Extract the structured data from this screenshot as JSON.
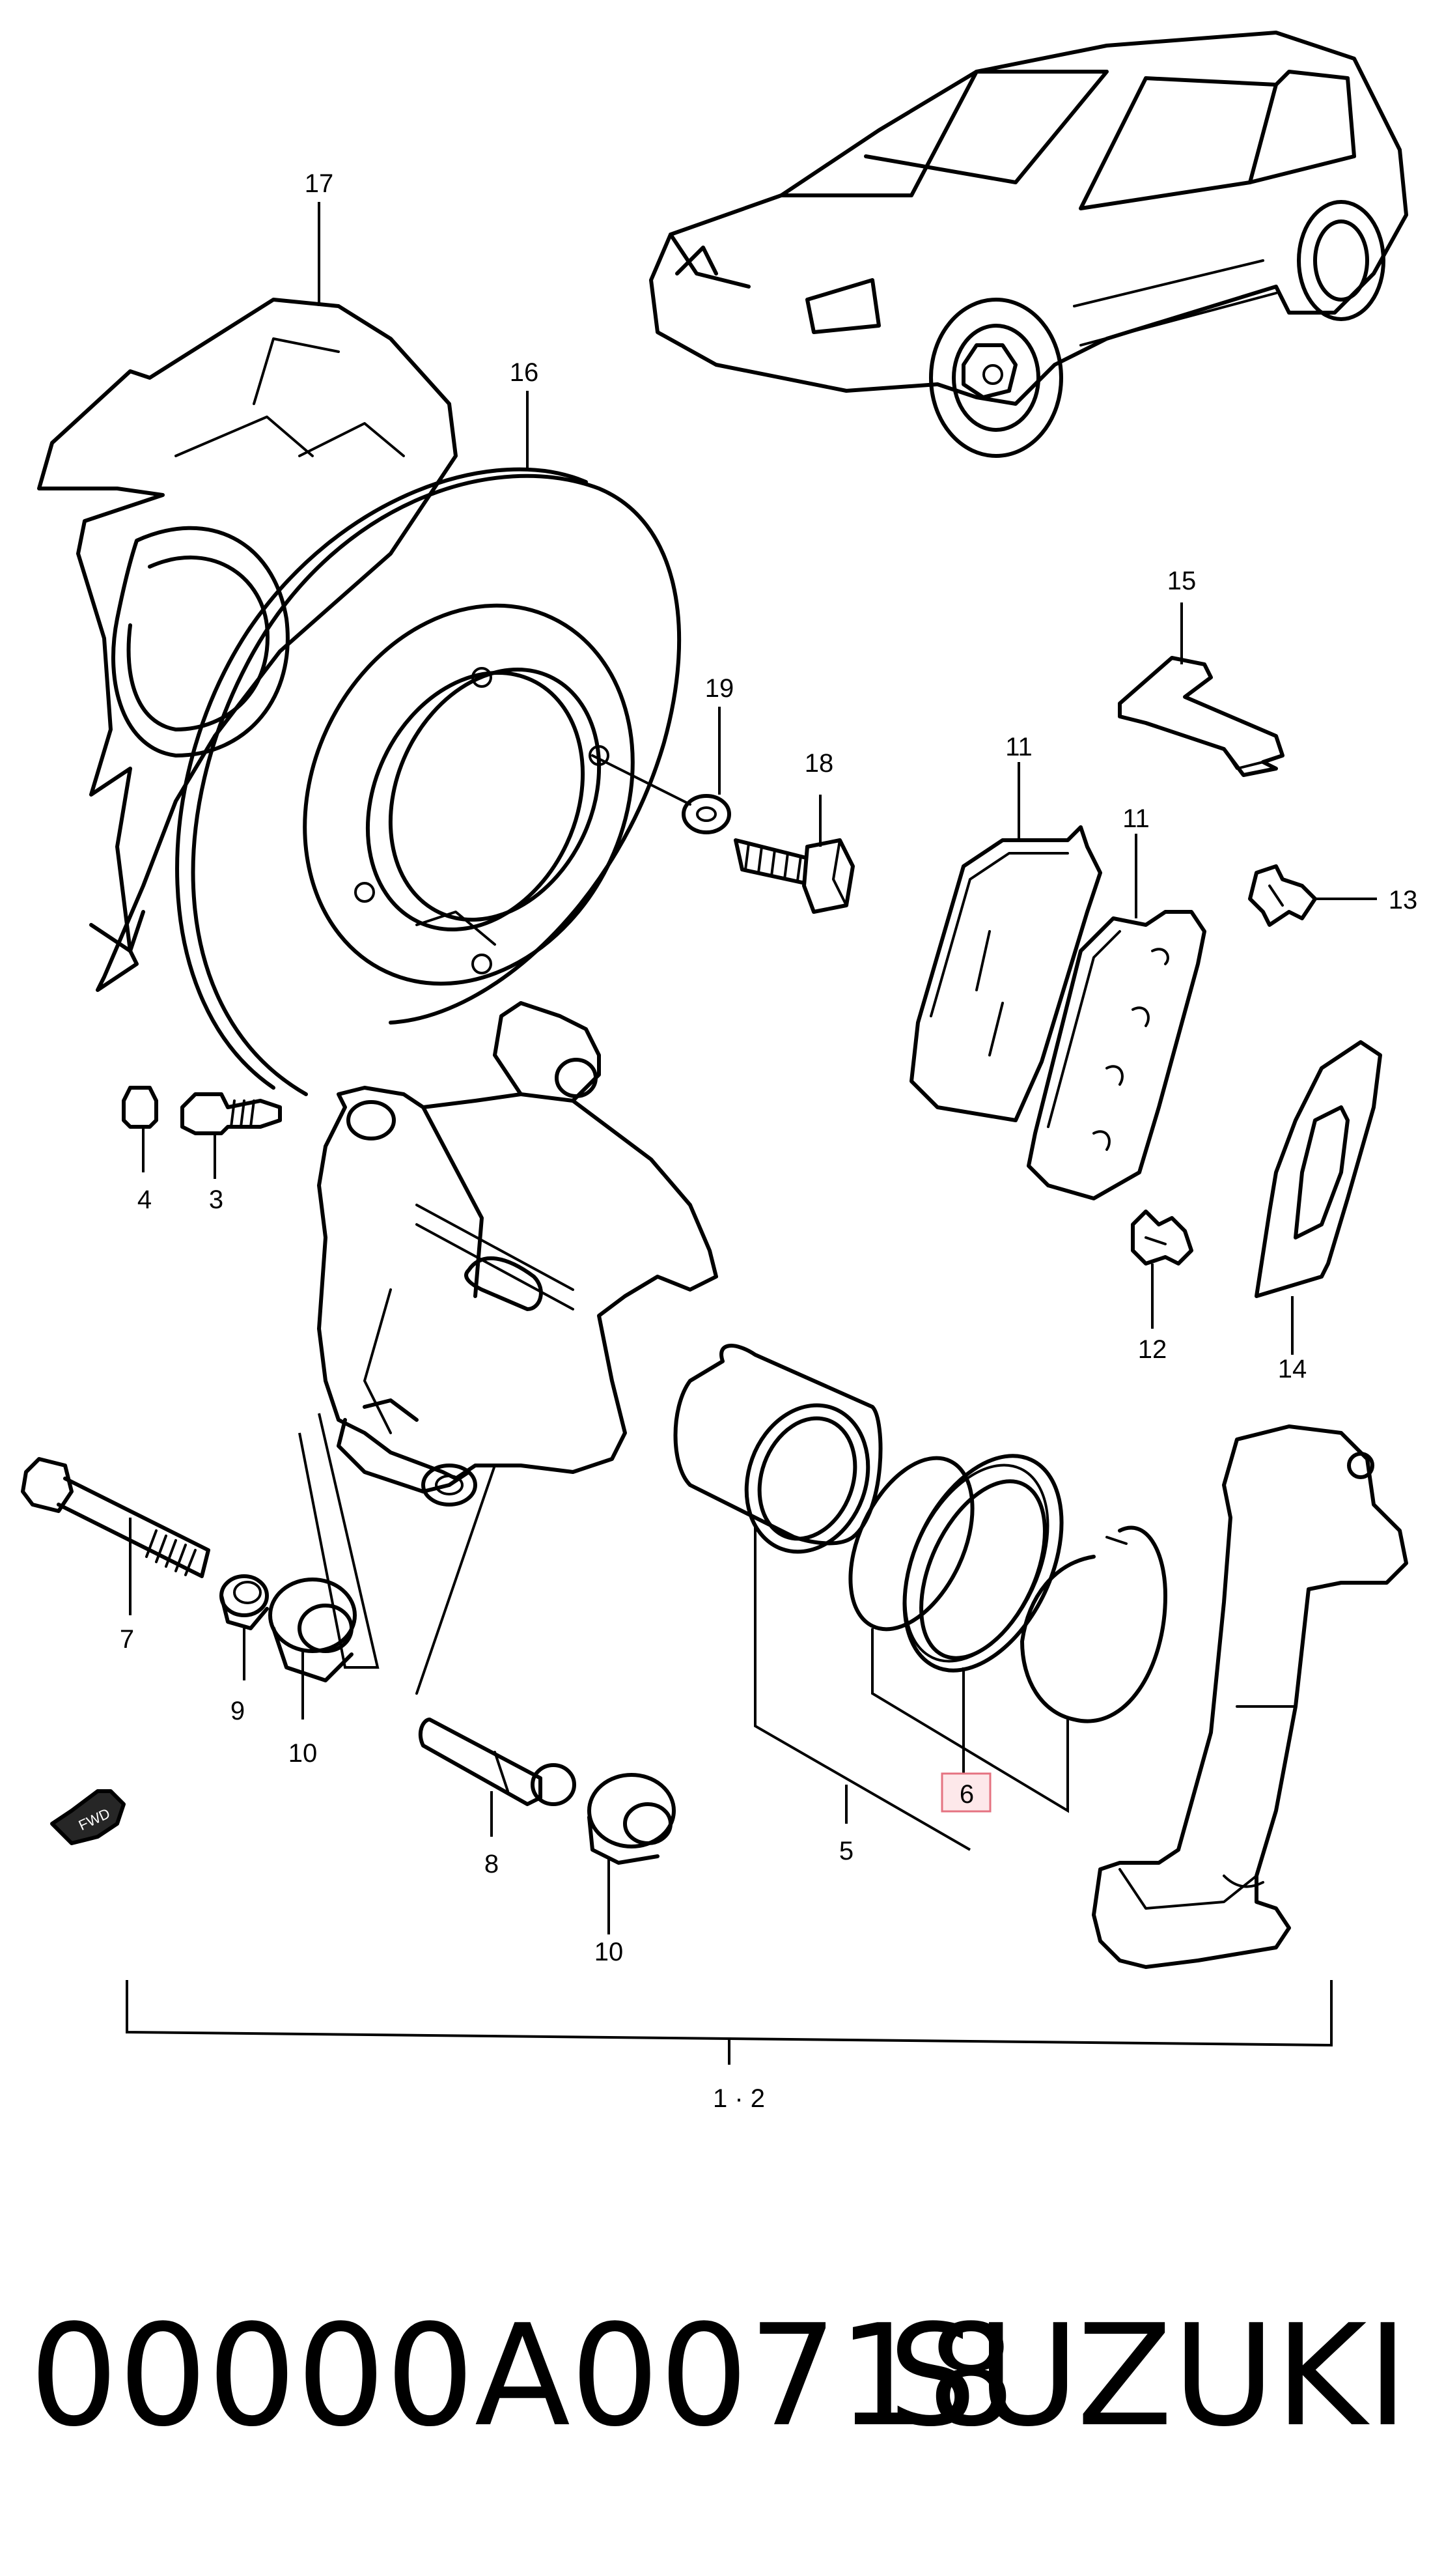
{
  "callouts": {
    "c17": "17",
    "c16": "16",
    "c19": "19",
    "c18": "18",
    "c15": "15",
    "c11a": "11",
    "c11b": "11",
    "c13": "13",
    "c4": "4",
    "c3": "3",
    "c12": "12",
    "c14": "14",
    "c7": "7",
    "c9": "9",
    "c10a": "10",
    "c8": "8",
    "c10b": "10",
    "c5": "5",
    "c6": "6",
    "c12assy": "1 · 2"
  },
  "arrow_label": "FWD",
  "footer": {
    "part_number": "00000A00718",
    "brand": "SUZUKI"
  },
  "colors": {
    "line": "#000000",
    "highlight_fill": "#fde8ea",
    "highlight_stroke": "#e57381"
  }
}
